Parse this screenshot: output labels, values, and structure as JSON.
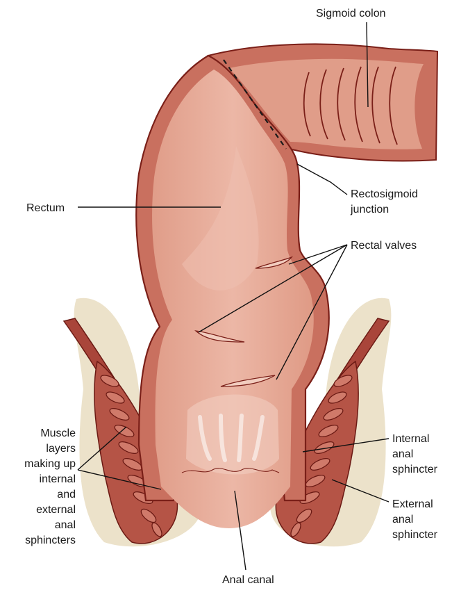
{
  "labels": {
    "sigmoid_colon": "Sigmoid colon",
    "rectum": "Rectum",
    "rectosigmoid_1": "Rectosigmoid",
    "rectosigmoid_2": "junction",
    "rectal_valves": "Rectal valves",
    "muscle_layers": [
      "Muscle",
      "layers",
      "making up",
      "internal",
      "and",
      "external",
      "anal",
      "sphincters"
    ],
    "internal_anal": [
      "Internal",
      "anal",
      "sphincter"
    ],
    "external_anal": [
      "External",
      "anal",
      "sphincter"
    ],
    "anal_canal": "Anal canal"
  },
  "colors": {
    "wall": "#c9705f",
    "wall_outline": "#7a1f18",
    "lumen": "#e6a996",
    "lumen_light": "#efc0b0",
    "fat": "#eadfc4",
    "muscle": "#a9453a"
  }
}
